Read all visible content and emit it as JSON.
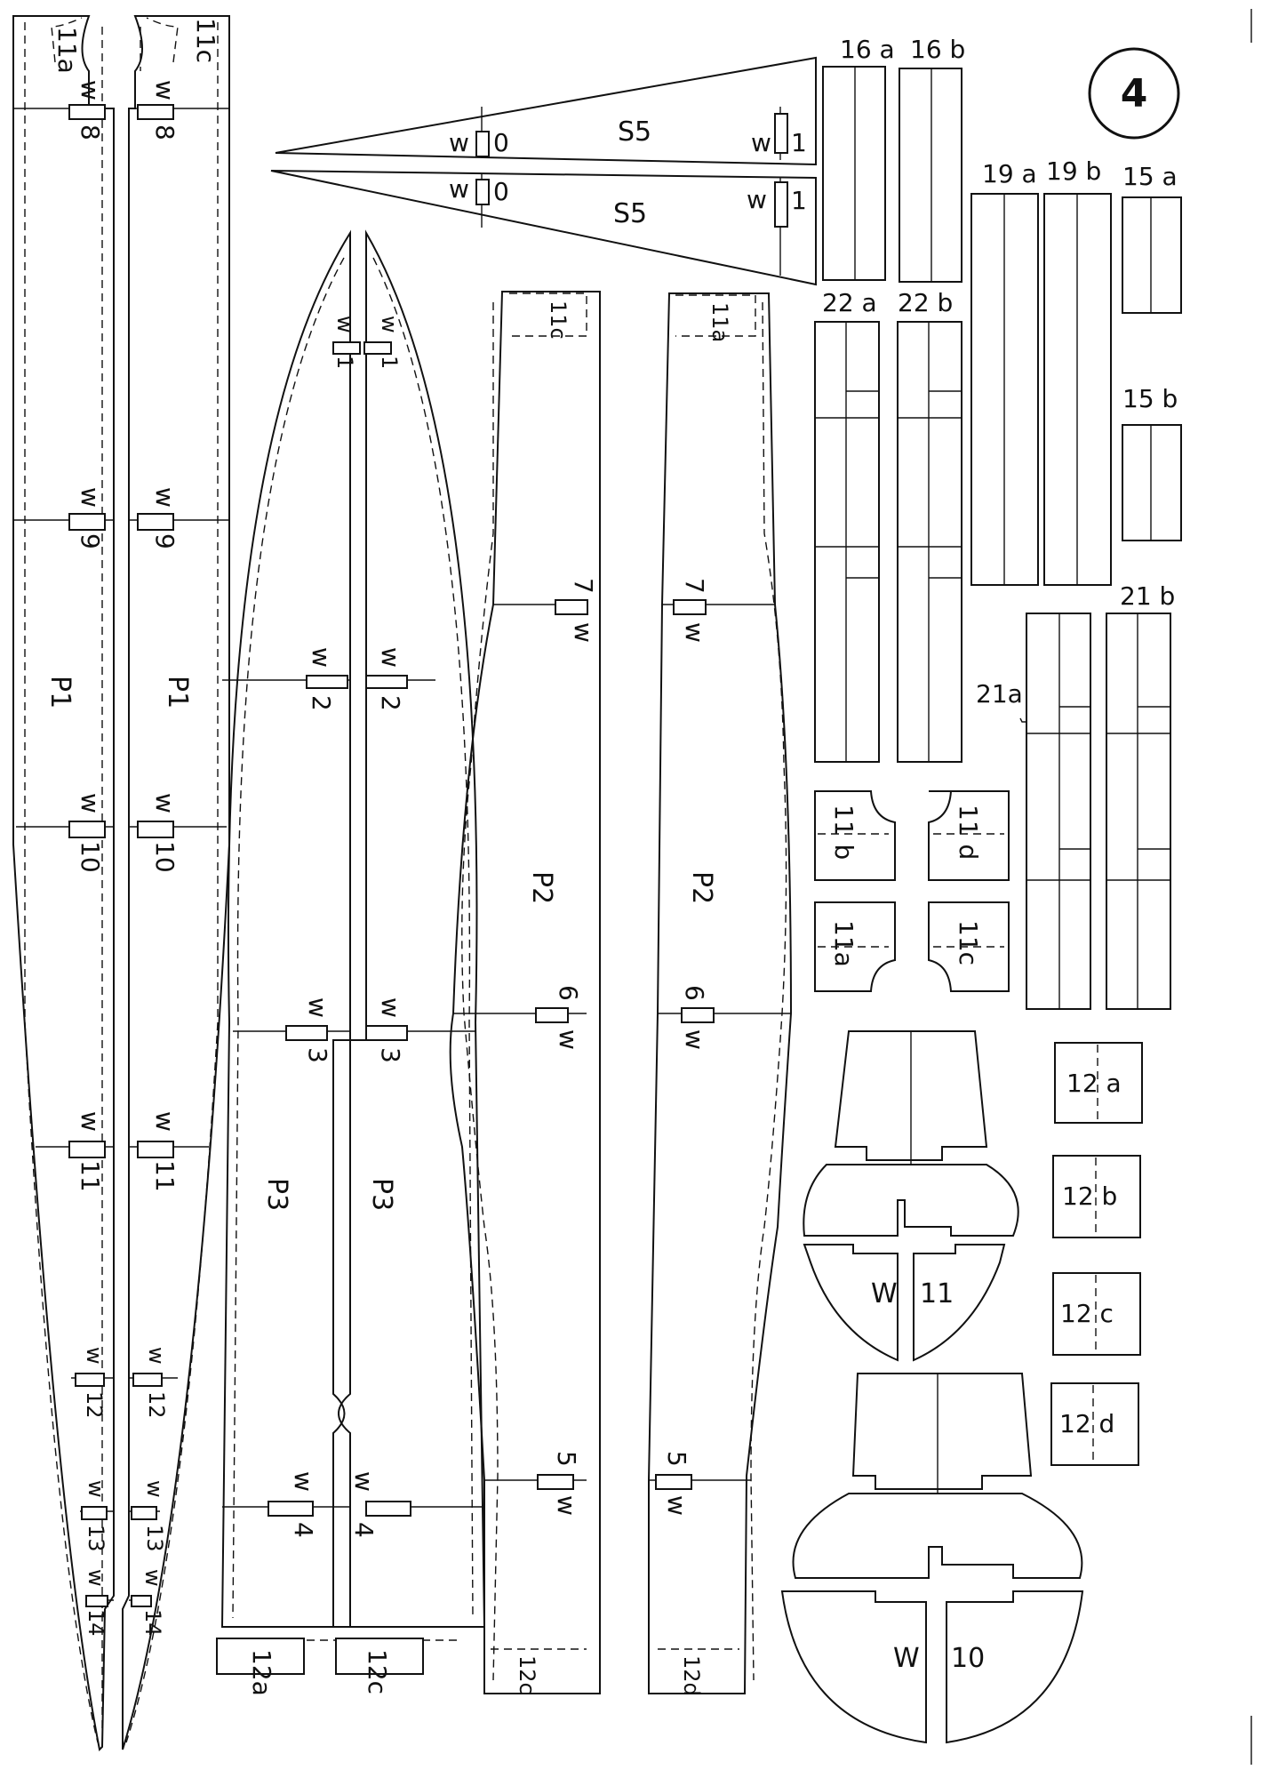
{
  "sheet": {
    "page_number": "4",
    "labels": {
      "w": "w",
      "W": "W",
      "s5": "S5",
      "p1": "P1",
      "p2": "P2",
      "p3": "P3",
      "n0": "0",
      "n1": "1",
      "n2": "2",
      "n3": "3",
      "n4": "4",
      "n5": "5",
      "n6": "6",
      "n7": "7",
      "n8": "8",
      "n9": "9",
      "n10": "10",
      "n11": "11",
      "n12": "12",
      "n13": "13",
      "n14": "14",
      "p11a": "11a",
      "p11b": "11 b",
      "p11c": "11c",
      "p11d": "11 d",
      "p12a": "12a",
      "p12c": "12c",
      "p12d": "12d",
      "p15a": "15 a",
      "p15b": "15 b",
      "p16a": "16 a",
      "p16b": "16 b",
      "p19a": "19 a",
      "p19b": "19 b",
      "p21a": "21a",
      "p21b": "21 b",
      "p22a": "22 a",
      "p22b": "22 b",
      "q12a": "12 a",
      "q12b": "12 b",
      "q12c": "12 c",
      "q12d": "12 d"
    }
  }
}
